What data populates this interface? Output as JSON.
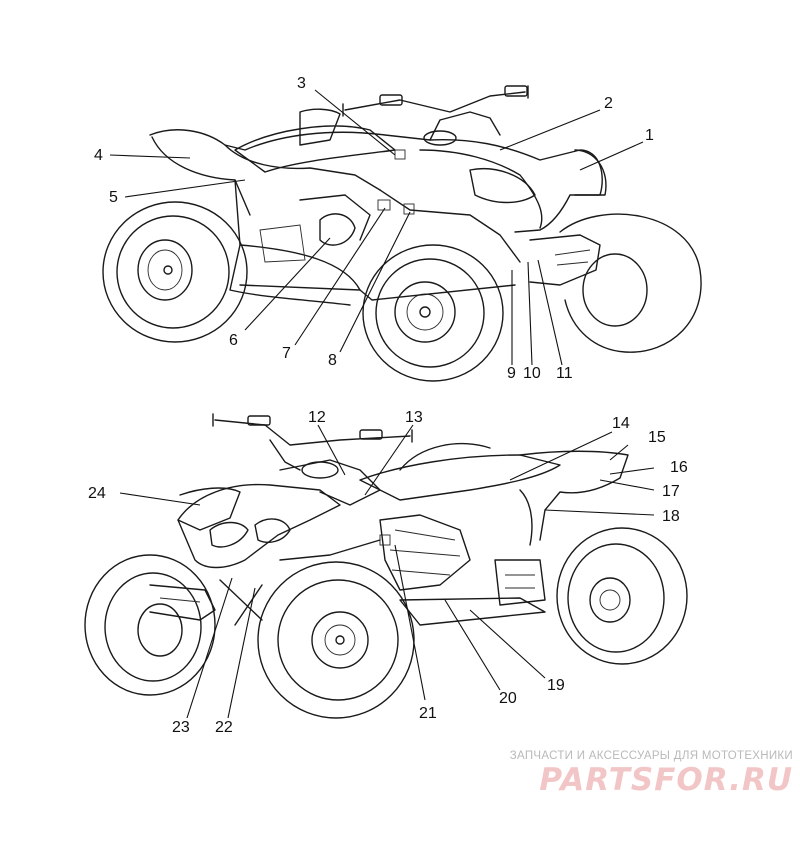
{
  "diagram": {
    "callouts_top": [
      "1",
      "2",
      "3",
      "4",
      "5",
      "6",
      "7",
      "8",
      "9",
      "10",
      "11"
    ],
    "callouts_bottom": [
      "12",
      "13",
      "14",
      "15",
      "16",
      "17",
      "18",
      "19",
      "20",
      "21",
      "22",
      "23",
      "24"
    ]
  },
  "watermark": {
    "caption": "ЗАПЧАСТИ И АКСЕССУАРЫ ДЛЯ МОТОТЕХНИКИ",
    "logo": "PARTSFOR.RU"
  },
  "colors": {
    "line": "#1a1a1a",
    "watermark_logo": "#f2c6c6",
    "watermark_caption": "#b9b9b9"
  }
}
